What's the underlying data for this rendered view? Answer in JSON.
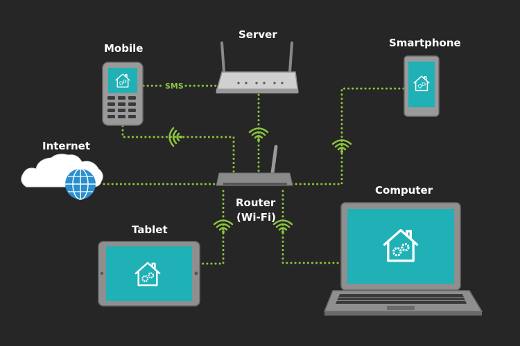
{
  "labels": {
    "server": "Server",
    "mobile": "Mobile",
    "smartphone": "Smartphone",
    "internet": "Internet",
    "router_line1": "Router",
    "router_line2": "(Wi-Fi)",
    "computer": "Computer",
    "tablet": "Tablet",
    "sms": "SMS"
  },
  "colors": {
    "background": "#262626",
    "link": "#8cc63f",
    "screen": "#1fb1b6",
    "device_body": "#9a9a9a",
    "label": "#ffffff"
  },
  "icons": [
    "smart-home-icon",
    "wifi-signal-icon",
    "globe-icon",
    "cloud-icon"
  ]
}
